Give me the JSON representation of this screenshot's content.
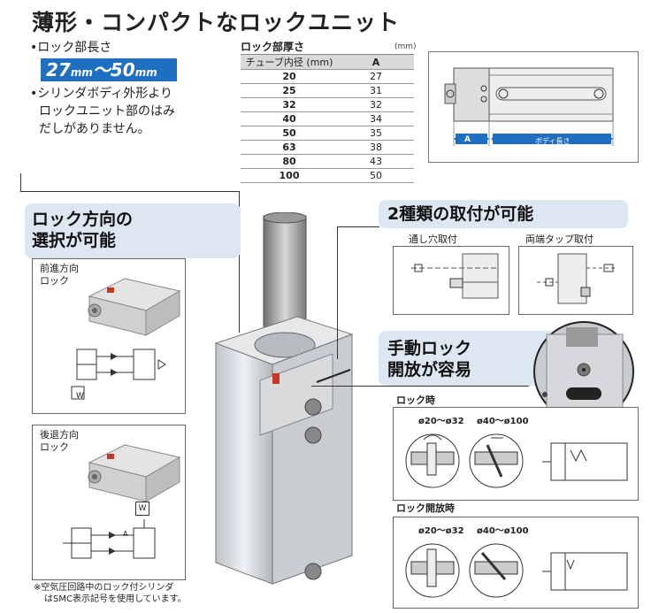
{
  "title": "薄形・コンパクトなロックユニット",
  "bullets": {
    "lock_length_label": "•ロック部長さ",
    "range_a": "27",
    "range_a_unit": "mm",
    "range_sep": "〜",
    "range_b": "50",
    "range_b_unit": "mm",
    "no_protrude_l1": "•シリンダボディ外形より",
    "no_protrude_l2": "ロックユニット部のはみ",
    "no_protrude_l3": "だしがありません。"
  },
  "thickness_table": {
    "caption": "ロック部厚さ",
    "unit": "(mm)",
    "col_bore": "チューブ内径 (mm)",
    "col_a": "A",
    "rows": [
      {
        "bore": "20",
        "a": "27"
      },
      {
        "bore": "25",
        "a": "31"
      },
      {
        "bore": "32",
        "a": "32"
      },
      {
        "bore": "40",
        "a": "34"
      },
      {
        "bore": "50",
        "a": "35"
      },
      {
        "bore": "63",
        "a": "38"
      },
      {
        "bore": "80",
        "a": "43"
      },
      {
        "bore": "100",
        "a": "50"
      }
    ]
  },
  "dimension_drawing": {
    "label_a": "A",
    "label_body": "ボディ長さ"
  },
  "lock_direction": {
    "heading_l1": "ロック方向の",
    "heading_l2": "選択が可能",
    "forward_l1": "前進方向",
    "forward_l2": "ロック",
    "backward_l1": "後退方向",
    "backward_l2": "ロック",
    "w_label": "W",
    "a_label": "A",
    "footnote_l1": "※空気圧回路中のロック付シリンダ",
    "footnote_l2": "はSMC表示記号を使用しています。"
  },
  "mounting": {
    "heading": "2種類の取付が可能",
    "through_hole": "通し穴取付",
    "both_end_tap": "両端タップ取付"
  },
  "manual_release": {
    "heading_l1": "手動ロック",
    "heading_l2": "開放が容易",
    "lock_state": "ロック時",
    "unlock_state": "ロック開放時",
    "size_small": "ø20〜ø32",
    "size_large": "ø40〜ø100"
  },
  "colors": {
    "accent_blue": "#1e6fc2",
    "heading_bg": "#dde7f1"
  }
}
